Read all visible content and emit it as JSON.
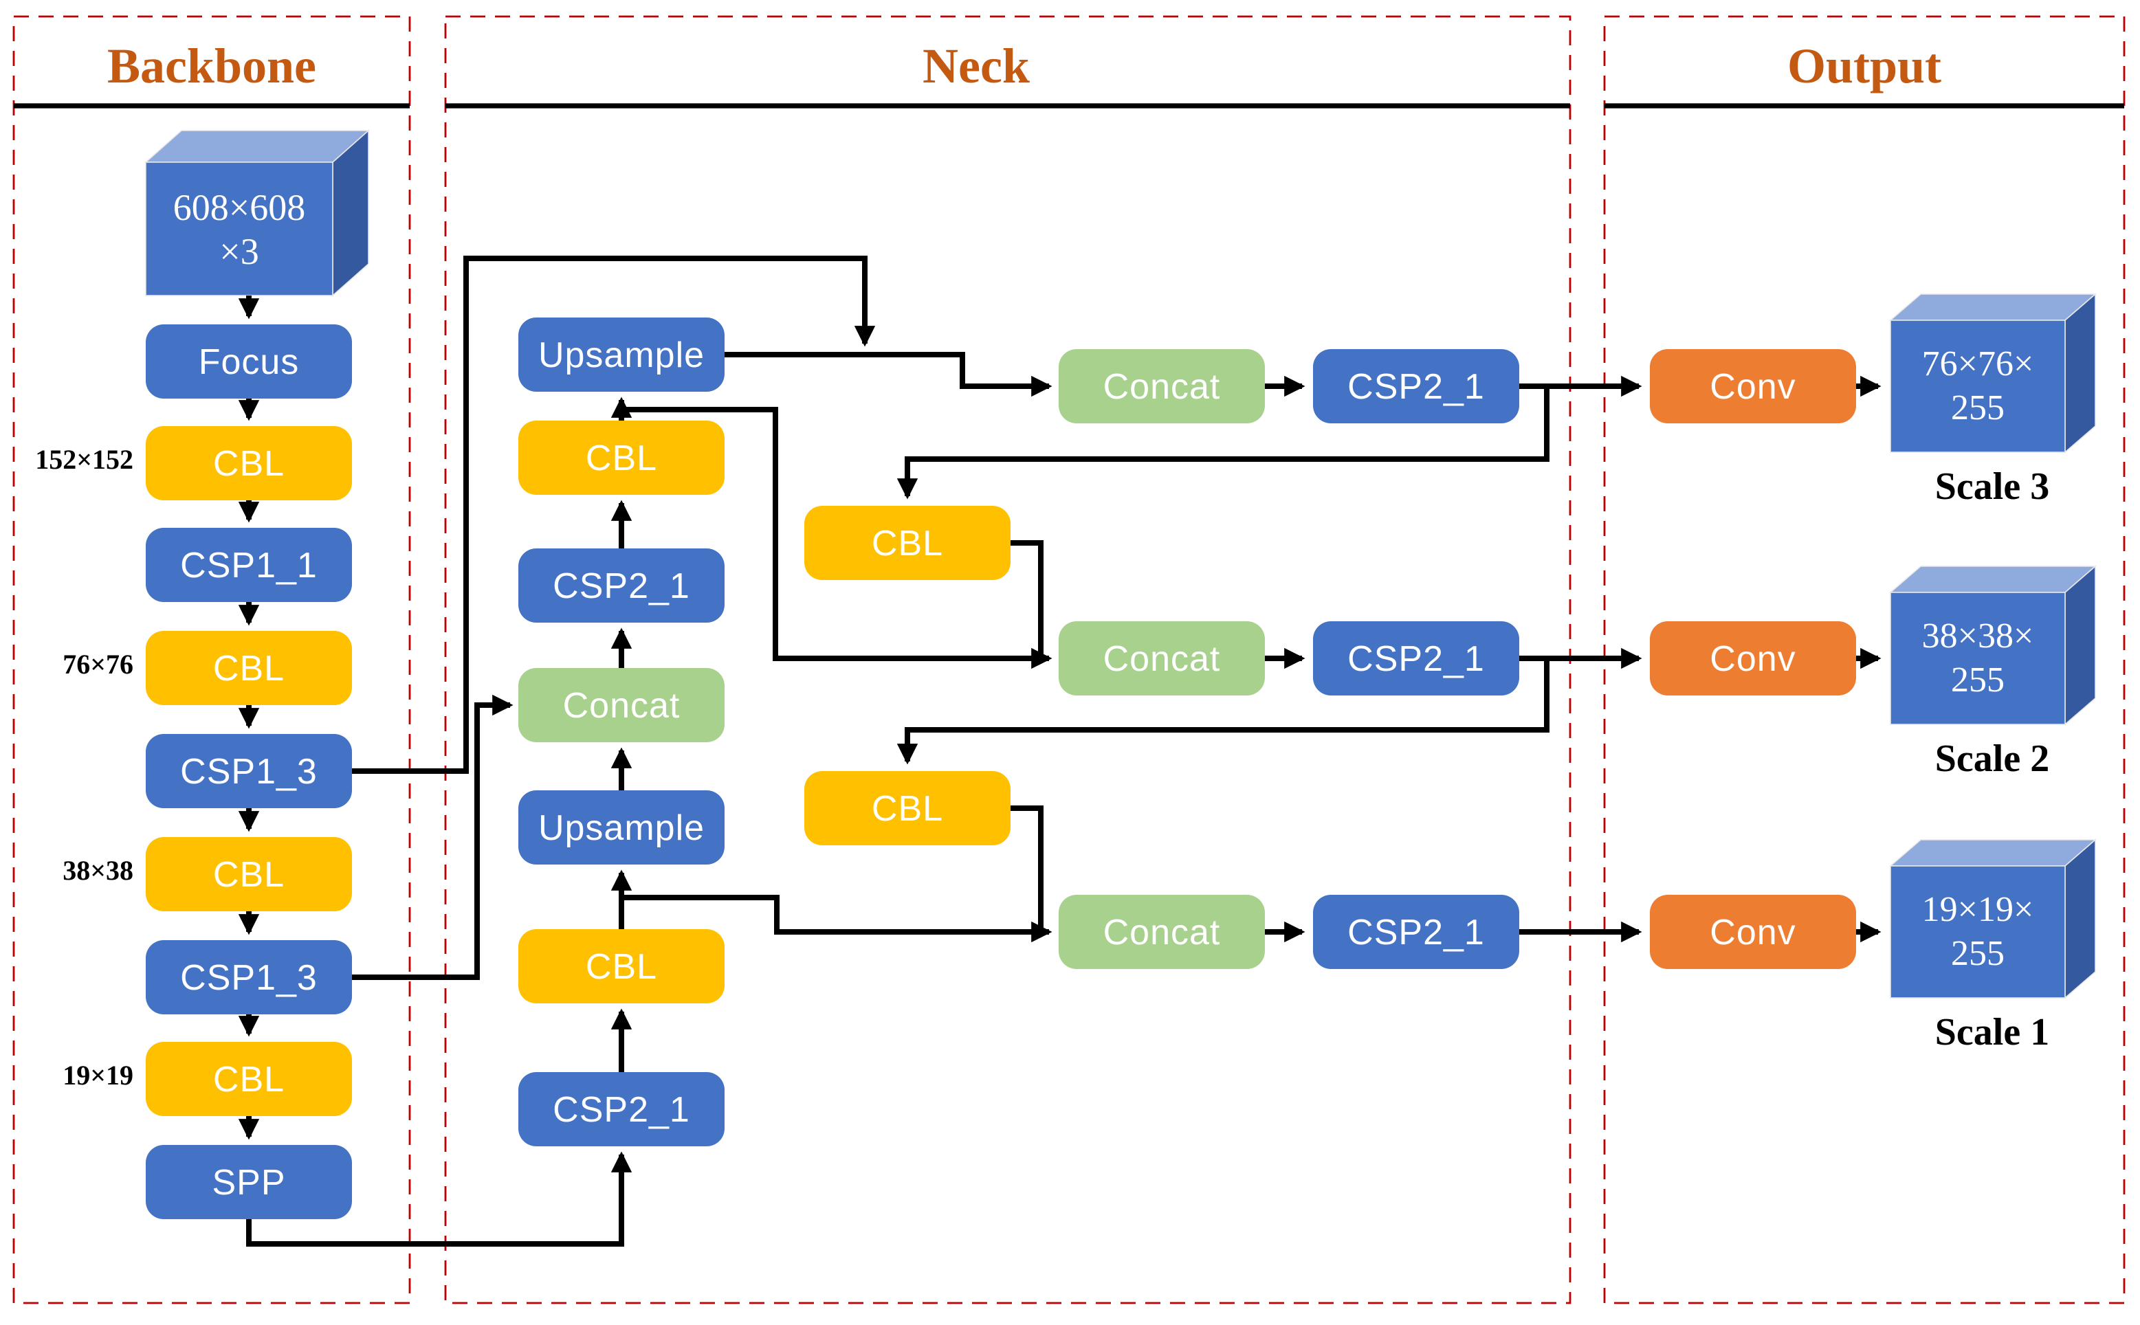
{
  "panels": {
    "backbone": {
      "title": "Backbone"
    },
    "neck": {
      "title": "Neck"
    },
    "output": {
      "title": "Output"
    }
  },
  "backbone": {
    "input_cube": {
      "line1": "608×608",
      "line2": "×3"
    },
    "nodes": [
      "Focus",
      "CBL",
      "CSP1_1",
      "CBL",
      "CSP1_3",
      "CBL",
      "CSP1_3",
      "CBL",
      "SPP"
    ],
    "size_labels": [
      "152×152",
      "76×76",
      "38×38",
      "19×19"
    ]
  },
  "neck": {
    "left_column": [
      "Upsample",
      "CBL",
      "CSP2_1",
      "Concat",
      "Upsample",
      "CBL",
      "CSP2_1"
    ],
    "mid_cbl": [
      "CBL",
      "CBL"
    ],
    "rows": [
      {
        "concat": "Concat",
        "csp": "CSP2_1"
      },
      {
        "concat": "Concat",
        "csp": "CSP2_1"
      },
      {
        "concat": "Concat",
        "csp": "CSP2_1"
      }
    ]
  },
  "output": {
    "rows": [
      {
        "conv": "Conv",
        "cube_line1": "76×76×",
        "cube_line2": "255",
        "scale_label": "Scale 3"
      },
      {
        "conv": "Conv",
        "cube_line1": "38×38×",
        "cube_line2": "255",
        "scale_label": "Scale 2"
      },
      {
        "conv": "Conv",
        "cube_line1": "19×19×",
        "cube_line2": "255",
        "scale_label": "Scale 1"
      }
    ]
  },
  "colors": {
    "node_blue": "#4472C4",
    "node_yellow": "#FFC000",
    "node_green": "#A9D18E",
    "node_orange": "#ED7D31",
    "cube_front": "#4472C4",
    "cube_top": "#8FAADC",
    "cube_side": "#35599E",
    "section_title": "#C45911",
    "panel_border": "#C00000",
    "connector": "#000000"
  }
}
